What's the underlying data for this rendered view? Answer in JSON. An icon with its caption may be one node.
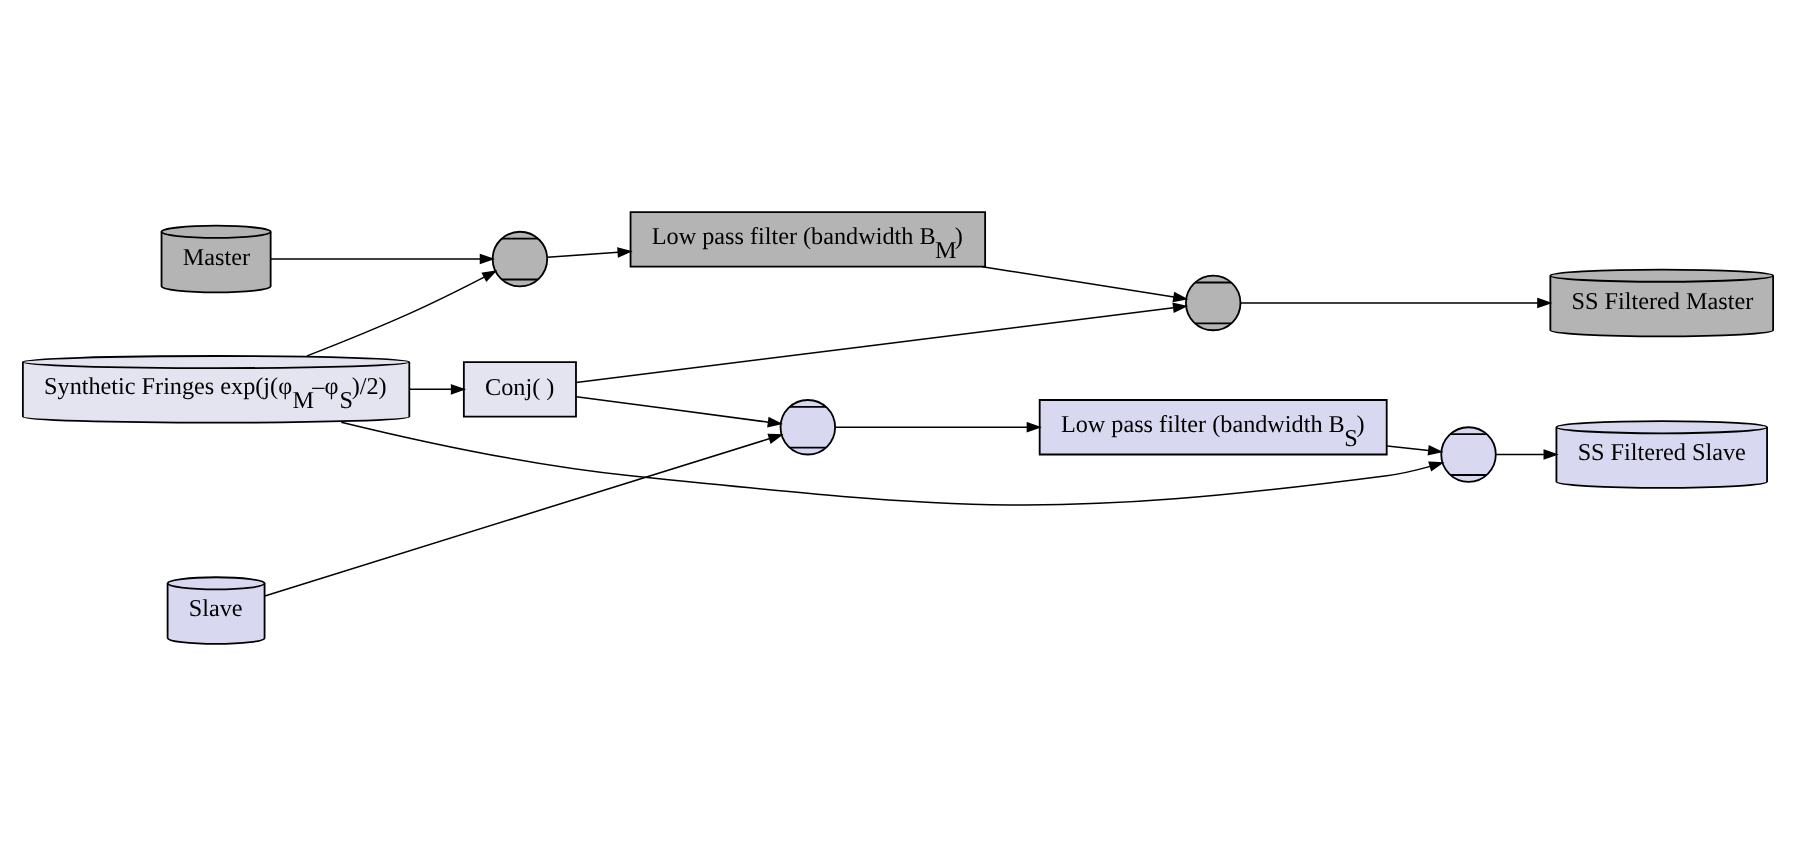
{
  "diagram": {
    "nodes": [
      {
        "text": [
          "Synthetic Fringes exp(j(φ$_{M}$–φ$_{S}$)/2)"
        ]
      },
      {
        "text": [
          "Conj( )"
        ]
      },
      {
        "text": [
          "Master"
        ]
      },
      {
        "text": [],
        "shape": "circle"
      },
      {
        "text": [
          "Low pass filter (bandwidth B$_{M}$)"
        ]
      },
      {
        "text": [],
        "shape": "circle"
      },
      {
        "text": [
          "SS Filtered Master"
        ]
      },
      {
        "text": [
          "Slave"
        ]
      },
      {
        "text": [],
        "shape": "circle"
      },
      {
        "text": [
          "Low pass filter (bandwidth B$_{S}$)"
        ]
      },
      {
        "text": [],
        "shape": "circle"
      },
      {
        "text": [
          "SS Filtered Slave"
        ]
      }
    ],
    "edges": [
      {
        "from": 0,
        "to": 3,
        "arrow": "to"
      },
      {
        "from": 0,
        "to": 1,
        "arrow": "to"
      },
      {
        "from": 0,
        "to": 10,
        "arrow": "to"
      },
      {
        "from": 1,
        "to": 5,
        "arrow": "to"
      },
      {
        "from": 1,
        "to": 8,
        "arrow": "to"
      },
      {
        "from": 2,
        "to": 3,
        "arrow": "to"
      },
      {
        "from": 3,
        "to": 4,
        "arrow": "to"
      },
      {
        "from": 4,
        "to": 5,
        "arrow": "to"
      },
      {
        "from": 5,
        "to": 6,
        "arrow": "to"
      },
      {
        "from": 7,
        "to": 8,
        "arrow": "to"
      },
      {
        "from": 8,
        "to": 9,
        "arrow": "to"
      },
      {
        "from": 9,
        "to": 10,
        "arrow": "to"
      },
      {
        "from": 10,
        "to": 11,
        "arrow": "to"
      }
    ]
  }
}
